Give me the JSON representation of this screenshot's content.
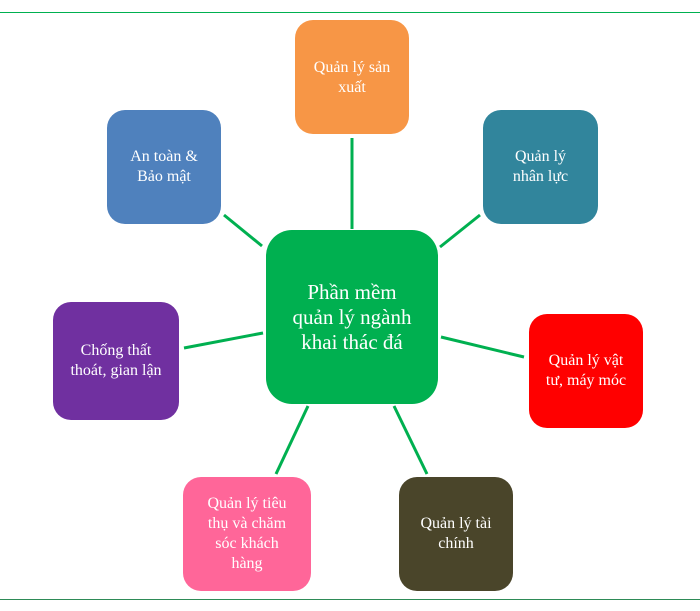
{
  "colors": {
    "rule_top": "#00b050",
    "rule_bottom": "#2e8b57",
    "connector": "#00b050"
  },
  "center": {
    "lines": [
      "Phần mềm",
      "quản lý ngành",
      "khai thác đá"
    ],
    "color": "#00b050"
  },
  "nodes": [
    {
      "id": "san-xuat",
      "lines": [
        "Quản lý sản",
        "xuất"
      ],
      "color": "#f79646"
    },
    {
      "id": "an-toan",
      "lines": [
        "An toàn &",
        "Bảo mật"
      ],
      "color": "#4f81bd"
    },
    {
      "id": "nhan-luc",
      "lines": [
        "Quản lý",
        "nhân lực"
      ],
      "color": "#31859c"
    },
    {
      "id": "chong-that-thoat",
      "lines": [
        "Chống thất",
        "thoát, gian lận"
      ],
      "color": "#7030a0"
    },
    {
      "id": "vat-tu",
      "lines": [
        "Quản lý vật",
        "tư, máy móc"
      ],
      "color": "#ff0000"
    },
    {
      "id": "tieu-thu",
      "lines": [
        "Quản lý tiêu",
        "thụ và chăm",
        "sóc khách",
        "hàng"
      ],
      "color": "#ff6699"
    },
    {
      "id": "tai-chinh",
      "lines": [
        "Quản lý tài",
        "chính"
      ],
      "color": "#4a452a"
    }
  ]
}
